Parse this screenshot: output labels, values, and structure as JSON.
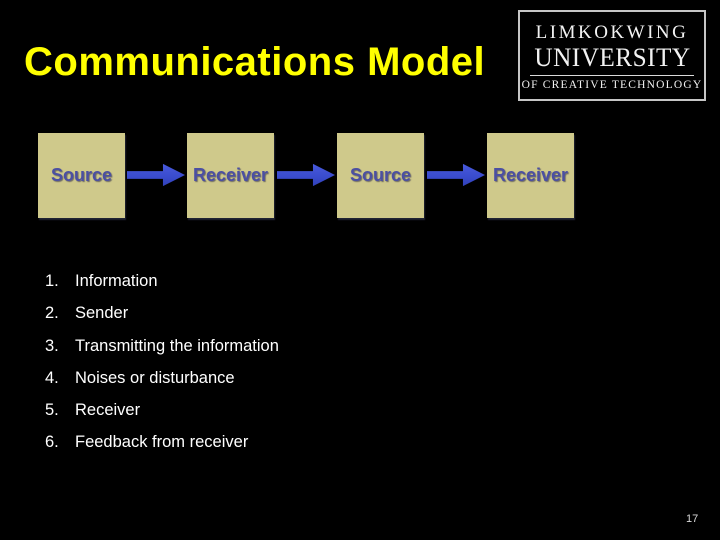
{
  "slide": {
    "title": "Communications Model",
    "page_number": "17",
    "logo": {
      "line1": "LIMKOKWING",
      "line2": "UNIVERSITY",
      "line3": "OF CREATIVE TECHNOLOGY"
    },
    "diagram": {
      "nodes": [
        "Source",
        "Receiver",
        "Source",
        "Receiver"
      ],
      "arrow_icon": "right-block-arrow"
    },
    "list": {
      "items": [
        {
          "number": "1.",
          "text": "Information"
        },
        {
          "number": "2.",
          "text": "Sender"
        },
        {
          "number": "3.",
          "text": "Transmitting the information"
        },
        {
          "number": "4.",
          "text": "Noises or disturbance"
        },
        {
          "number": "5.",
          "text": "Receiver"
        },
        {
          "number": "6.",
          "text": "Feedback from receiver"
        }
      ]
    },
    "colors": {
      "background": "#000000",
      "title_text": "#ffff00",
      "box_fill": "#cfc98b",
      "box_label_text": "#4b4fa2",
      "arrow_blue": "#3a4cce",
      "list_text": "#ffffff",
      "logo_border": "#c6c6c6",
      "logo_text": "#f2f2f2",
      "page_number_text": "#d9d9d9"
    }
  }
}
